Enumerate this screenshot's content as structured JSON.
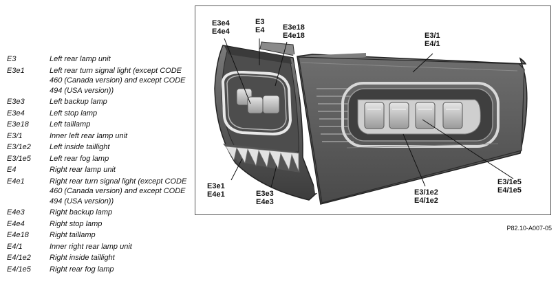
{
  "legend": [
    {
      "code": "E3",
      "description": "Left rear lamp unit"
    },
    {
      "code": "E3e1",
      "description": "Left rear turn signal light (except CODE 460 (Canada version) and except CODE 494 (USA version))"
    },
    {
      "code": "E3e3",
      "description": "Left backup lamp"
    },
    {
      "code": "E3e4",
      "description": "Left stop lamp"
    },
    {
      "code": "E3e18",
      "description": "Left taillamp"
    },
    {
      "code": "E3/1",
      "description": "Inner left rear lamp unit"
    },
    {
      "code": "E3/1e2",
      "description": "Left inside taillight"
    },
    {
      "code": "E3/1e5",
      "description": "Left rear fog lamp"
    },
    {
      "code": "E4",
      "description": "Right rear lamp unit"
    },
    {
      "code": "E4e1",
      "description": "Right rear turn signal light (except CODE 460 (Canada version) and except CODE 494 (USA version))"
    },
    {
      "code": "E4e3",
      "description": "Right backup lamp"
    },
    {
      "code": "E4e4",
      "description": "Right stop lamp"
    },
    {
      "code": "E4e18",
      "description": "Right taillamp"
    },
    {
      "code": "E4/1",
      "description": "Inner right rear lamp unit"
    },
    {
      "code": "E4/1e2",
      "description": "Right inside taillight"
    },
    {
      "code": "E4/1e5",
      "description": "Right rear fog lamp"
    }
  ],
  "callouts": {
    "e3e4": {
      "line1": "E3e4",
      "line2": "E4e4"
    },
    "e3": {
      "line1": "E3",
      "line2": "E4"
    },
    "e3e18": {
      "line1": "E3e18",
      "line2": "E4e18"
    },
    "e31": {
      "line1": "E3/1",
      "line2": "E4/1"
    },
    "e3e1": {
      "line1": "E3e1",
      "line2": "E4e1"
    },
    "e3e3": {
      "line1": "E3e3",
      "line2": "E4e3"
    },
    "e31e2": {
      "line1": "E3/1e2",
      "line2": "E4/1e2"
    },
    "e31e5": {
      "line1": "E3/1e5",
      "line2": "E4/1e5"
    }
  },
  "figure_ref": "P82.10-A007-05"
}
